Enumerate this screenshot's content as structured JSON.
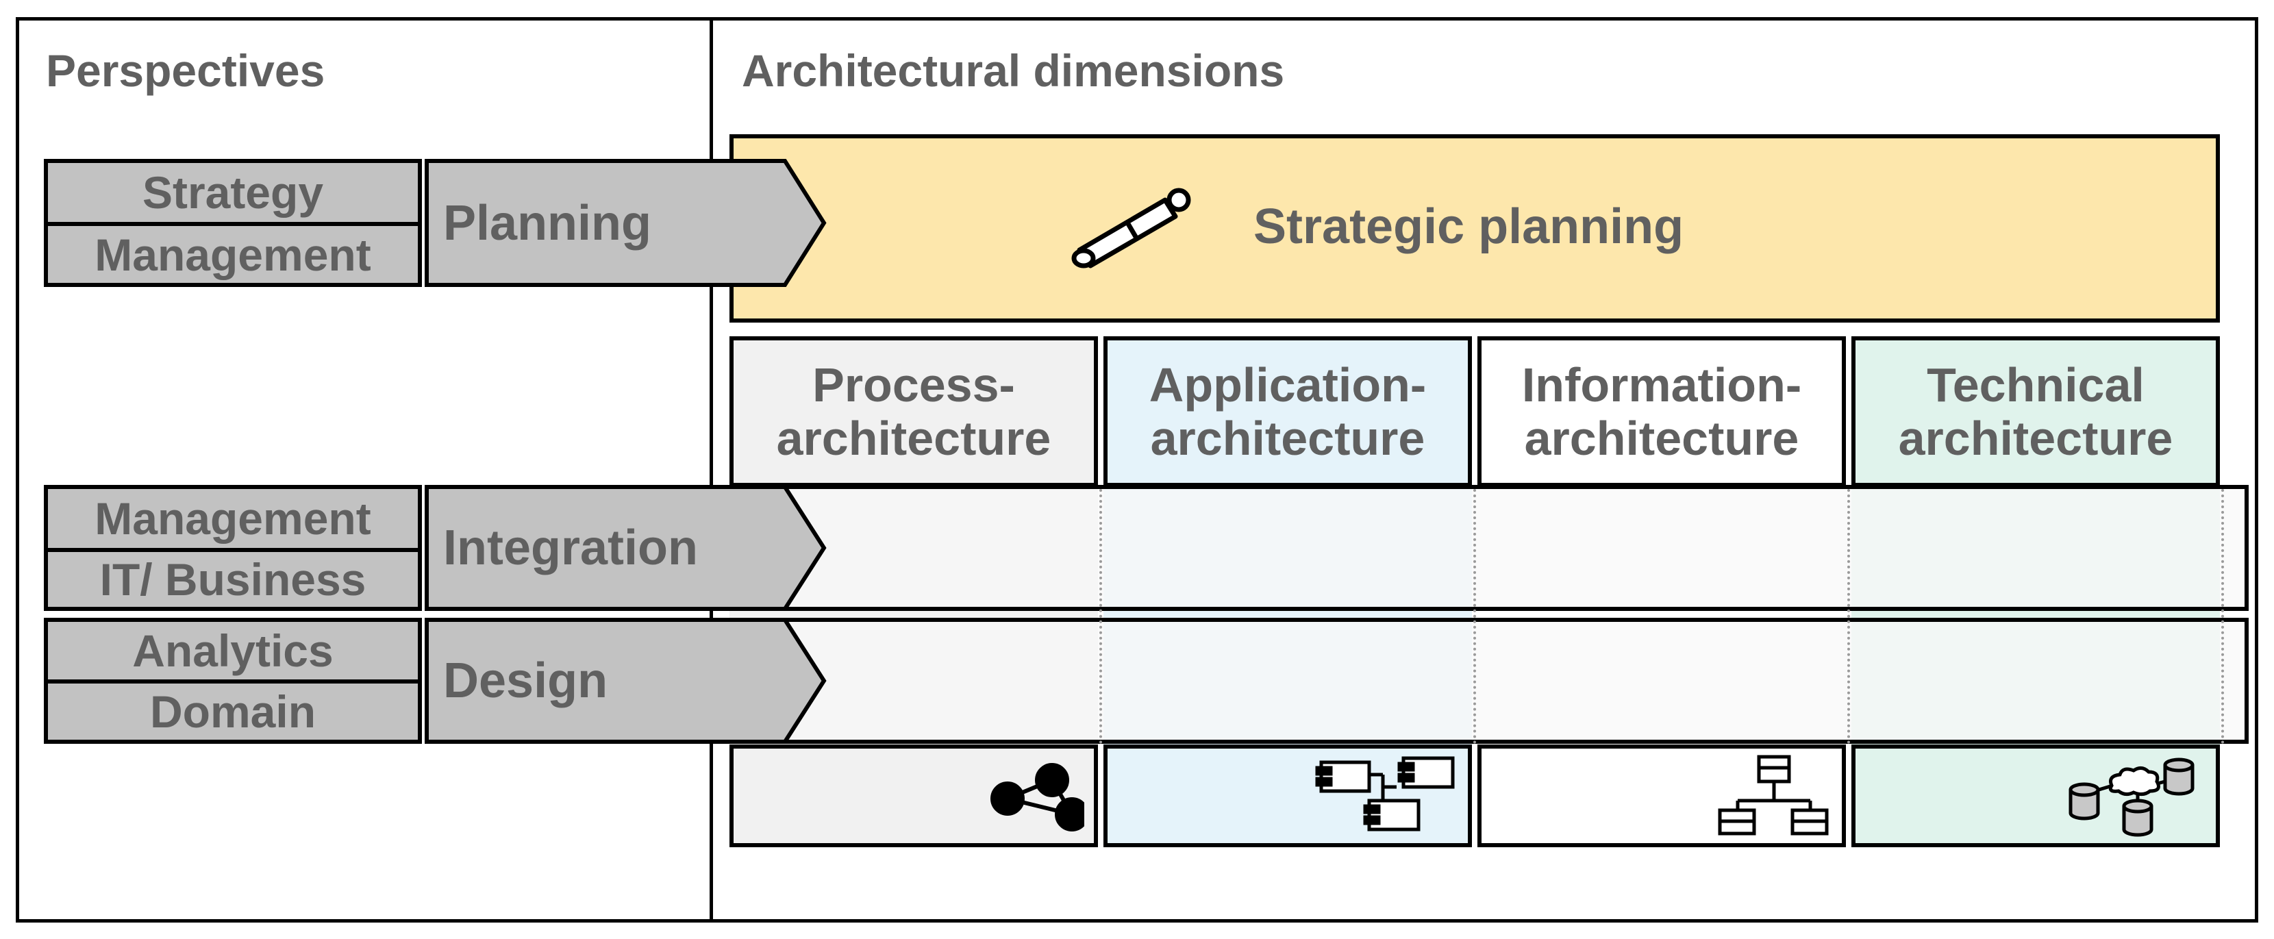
{
  "headers": {
    "perspectives": "Perspectives",
    "architectural_dimensions": "Architectural dimensions"
  },
  "strategic_planning": {
    "label": "Strategic planning",
    "icon": "telescope-icon",
    "fill": "#fde7ac"
  },
  "columns": [
    {
      "line1": "Process-",
      "line2": "architecture",
      "fill": "#f1f1f1",
      "icon": "process-graph-icon"
    },
    {
      "line1": "Application-",
      "line2": "architecture",
      "fill": "#e5f3fa",
      "icon": "application-components-icon"
    },
    {
      "line1": "Information-",
      "line2": "architecture",
      "fill": "#ffffff",
      "icon": "information-hierarchy-icon"
    },
    {
      "line1": "Technical",
      "line2": "architecture",
      "fill": "#e0f3ec",
      "icon": "technical-infrastructure-icon"
    }
  ],
  "perspectives": [
    {
      "top": "Strategy",
      "bottom": "Management",
      "arrow": "Planning"
    },
    {
      "top": "Management",
      "bottom": "IT/ Business",
      "arrow": "Integration"
    },
    {
      "top": "Analytics",
      "bottom": "Domain",
      "arrow": "Design"
    }
  ],
  "colors": {
    "tag_fill": "#c2c2c2",
    "text": "#606060",
    "outline": "#000000"
  }
}
